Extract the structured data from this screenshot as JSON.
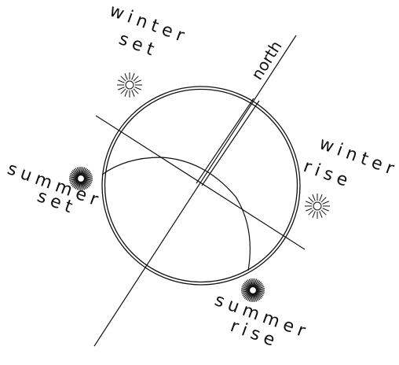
{
  "labels": {
    "north": "north",
    "winter_set_1": "winter",
    "winter_set_2": "set",
    "winter_rise_1": "winter",
    "winter_rise_2": "rise",
    "summer_set_1": "summer",
    "summer_set_2": "set",
    "summer_rise_1": "summer",
    "summer_rise_2": "rise"
  },
  "icons": {
    "winter_sun": "sun-outline-icon",
    "summer_sun": "sun-filled-icon"
  },
  "colors": {
    "ink": "#111111",
    "background": "#ffffff"
  }
}
